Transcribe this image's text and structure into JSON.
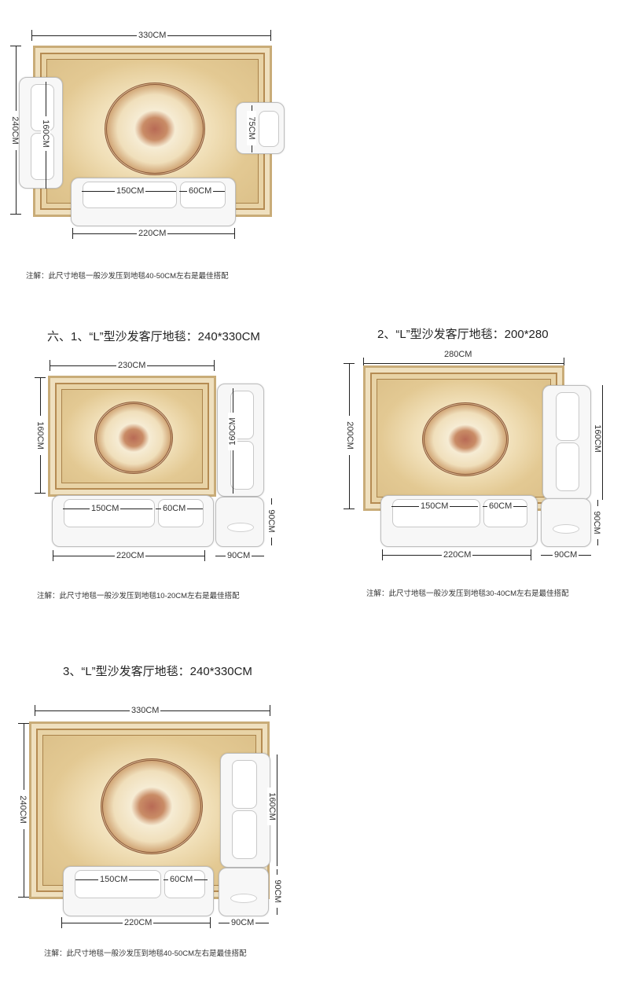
{
  "d1": {
    "dims": {
      "top": "330CM",
      "left": "240CM",
      "seat": "160CM",
      "chair": "75CM",
      "sofa_a": "150CM",
      "sofa_b": "60CM",
      "bottom": "220CM"
    },
    "note": "注解：此尺寸地毯一般沙发压到地毯40-50CM左右是最佳搭配"
  },
  "d2": {
    "title": "六、1、“L”型沙发客厅地毯：240*330CM",
    "dims": {
      "top": "230CM",
      "left": "160CM",
      "seat": "160CM",
      "sofa_a": "150CM",
      "sofa_b": "60CM",
      "bottom": "220CM",
      "corner_h": "90CM",
      "corner_w": "90CM"
    },
    "note": "注解：此尺寸地毯一般沙发压到地毯10-20CM左右是最佳搭配"
  },
  "d3": {
    "title": "2、“L”型沙发客厅地毯：200*280",
    "dims": {
      "top": "280CM",
      "left": "200CM",
      "seat": "160CM",
      "sofa_a": "150CM",
      "sofa_b": "60CM",
      "bottom": "220CM",
      "corner_h": "90CM",
      "corner_w": "90CM"
    },
    "note": "注解：此尺寸地毯一般沙发压到地毯30-40CM左右是最佳搭配"
  },
  "d4": {
    "title": "3、“L”型沙发客厅地毯：240*330CM",
    "dims": {
      "top": "330CM",
      "left": "240CM",
      "seat": "160CM",
      "sofa_a": "150CM",
      "sofa_b": "60CM",
      "bottom": "220CM",
      "corner_h": "90CM",
      "corner_w": "90CM"
    },
    "note": "注解：此尺寸地毯一般沙发压到地毯40-50CM左右是最佳搭配"
  }
}
